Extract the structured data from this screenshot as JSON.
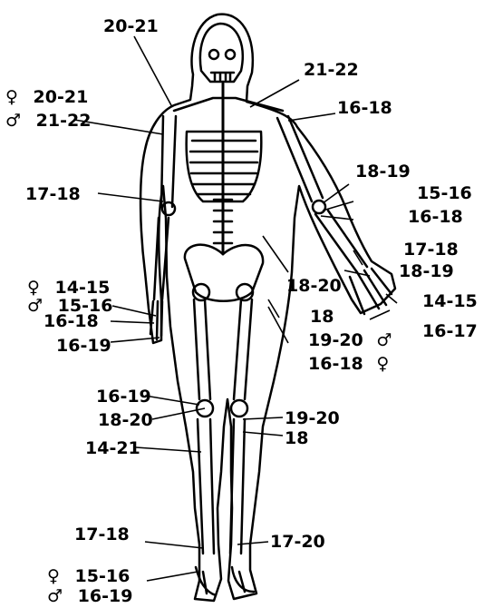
{
  "labels": {
    "skull": "20-21",
    "acromion": "21-22",
    "shoulder_female_symbol": "♀",
    "shoulder_female": "20-21",
    "shoulder_male_symbol": "♂",
    "shoulder_male": "21-22",
    "clavicle": "16-18",
    "elbow_left": "17-18",
    "elbow_r1": "18-19",
    "elbow_r2": "15-16",
    "elbow_r3": "16-18",
    "wrist_1": "17-18",
    "wrist_2": "18-19",
    "hand_1": "14-15",
    "hand_2": "16-17",
    "hip_1": "18-20",
    "hip_2": "18",
    "hip_male": "19-20",
    "hip_male_symbol": "♂",
    "hip_female": "16-18",
    "hip_female_symbol": "♀",
    "dist_radius_female_symbol": "♀",
    "dist_radius_female": "14-15",
    "dist_radius_male_symbol": "♂",
    "dist_radius_male": "15-16",
    "ulna_1": "16-18",
    "ulna_2": "16-19",
    "knee_1": "16-19",
    "knee_2": "18-20",
    "knee_r1": "19-20",
    "knee_r2": "18",
    "tibia": "14-21",
    "ankle_left": "17-18",
    "ankle_right": "17-20",
    "foot_female_symbol": "♀",
    "foot_female": "15-16",
    "foot_male_symbol": "♂",
    "foot_male": "16-19"
  }
}
